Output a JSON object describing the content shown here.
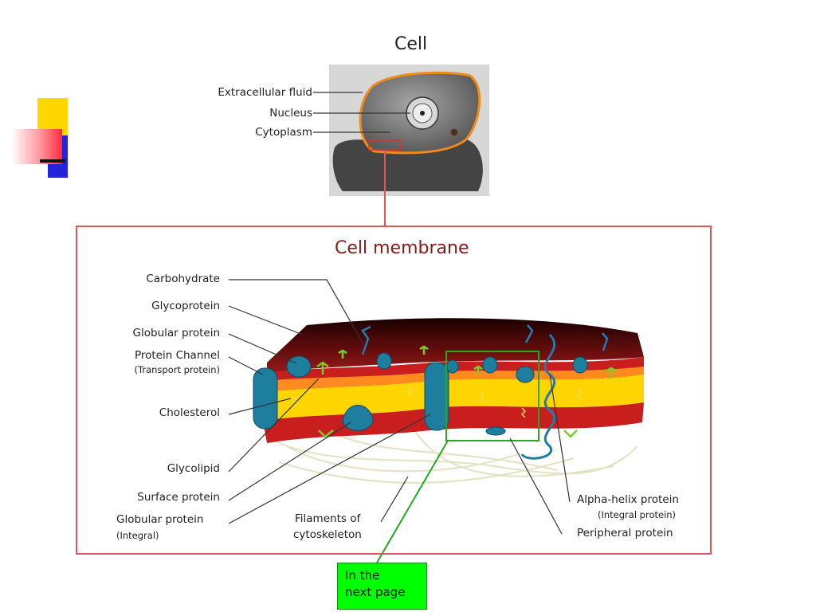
{
  "cell": {
    "title": "Cell",
    "labels": {
      "extracellular_fluid": "Extracellular fluid",
      "nucleus": "Nucleus",
      "cytoplasm": "Cytoplasm"
    }
  },
  "membrane": {
    "title": "Cell membrane",
    "labels": {
      "carbohydrate": "Carbohydrate",
      "glycoprotein": "Glycoprotein",
      "globular_protein": "Globular protein",
      "protein_channel": "Protein Channel",
      "protein_channel_sub": "(Transport protein)",
      "cholesterol": "Cholesterol",
      "glycolipid": "Glycolipid",
      "surface_protein": "Surface protein",
      "globular_integral": "Globular protein",
      "globular_integral_sub": "(Integral)",
      "filaments_1": "Filaments of",
      "filaments_2": "cytoskeleton",
      "alpha_helix": "Alpha-helix protein",
      "alpha_helix_sub": "(Integral protein)",
      "peripheral": "Peripheral protein"
    }
  },
  "note": {
    "line1": "In the",
    "line2": "next page"
  },
  "colors": {
    "frame": "#e05555",
    "callout": "#22aa22",
    "note_bg": "#00ff00",
    "membrane_title": "#8a1a1a"
  }
}
